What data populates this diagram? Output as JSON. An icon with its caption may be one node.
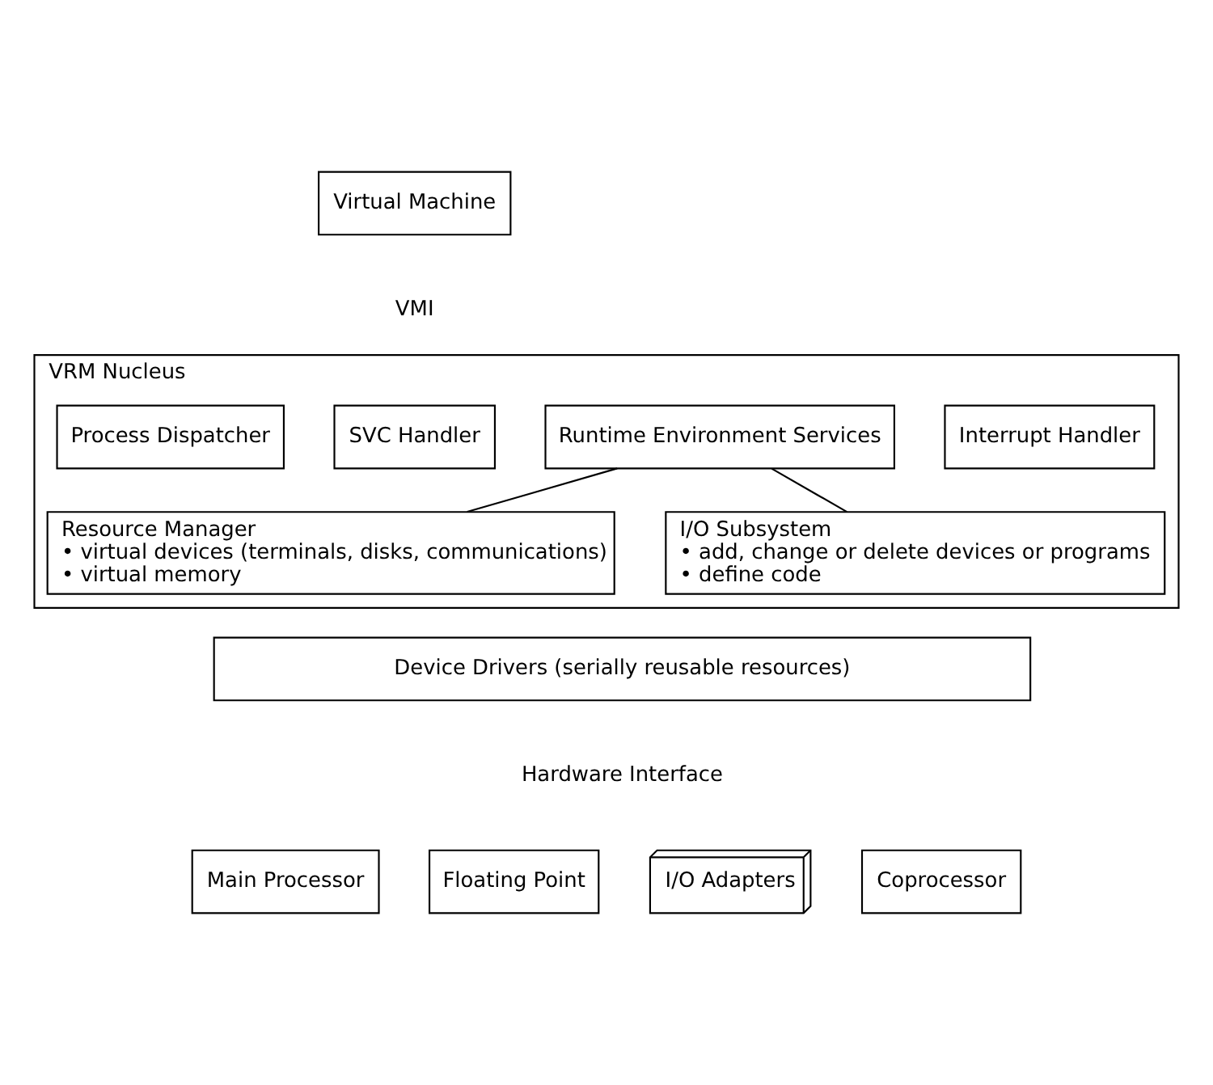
{
  "diagram": {
    "nodes": [
      {
        "text": [
          "Virtual Machine"
        ]
      },
      {
        "text": [
          "VRM Nucleus"
        ]
      },
      {
        "text": [
          "Process Dispatcher"
        ],
        "in": 1
      },
      {
        "text": [
          "SVC Handler"
        ],
        "in": 1
      },
      {
        "text": [
          "Runtime Environment Services"
        ],
        "in": 1
      },
      {
        "text": [
          "Interrupt Handler"
        ],
        "in": 1
      },
      {
        "text": [
          "Resource Manager",
          "• virtual devices (terminals, disks, communications)",
          "• virtual memory"
        ],
        "in": 1
      },
      {
        "text": [
          "I/O Subsystem",
          "• add, change or delete devices or programs",
          "• define code"
        ],
        "in": 1
      },
      {
        "text": [
          "Device Drivers (serially reusable resources)"
        ]
      },
      {
        "text": [
          "Main Processor"
        ]
      },
      {
        "text": [
          "Floating Point"
        ]
      },
      {
        "text": [
          "I/O Adapters"
        ]
      },
      {
        "text": [
          "Coprocessor"
        ]
      }
    ],
    "edges": [
      {
        "from": 4,
        "to": 6,
        "arrow": "none"
      },
      {
        "from": 4,
        "to": 7,
        "arrow": "none"
      }
    ],
    "labels": [
      "VMI",
      "Hardware Interface"
    ]
  }
}
